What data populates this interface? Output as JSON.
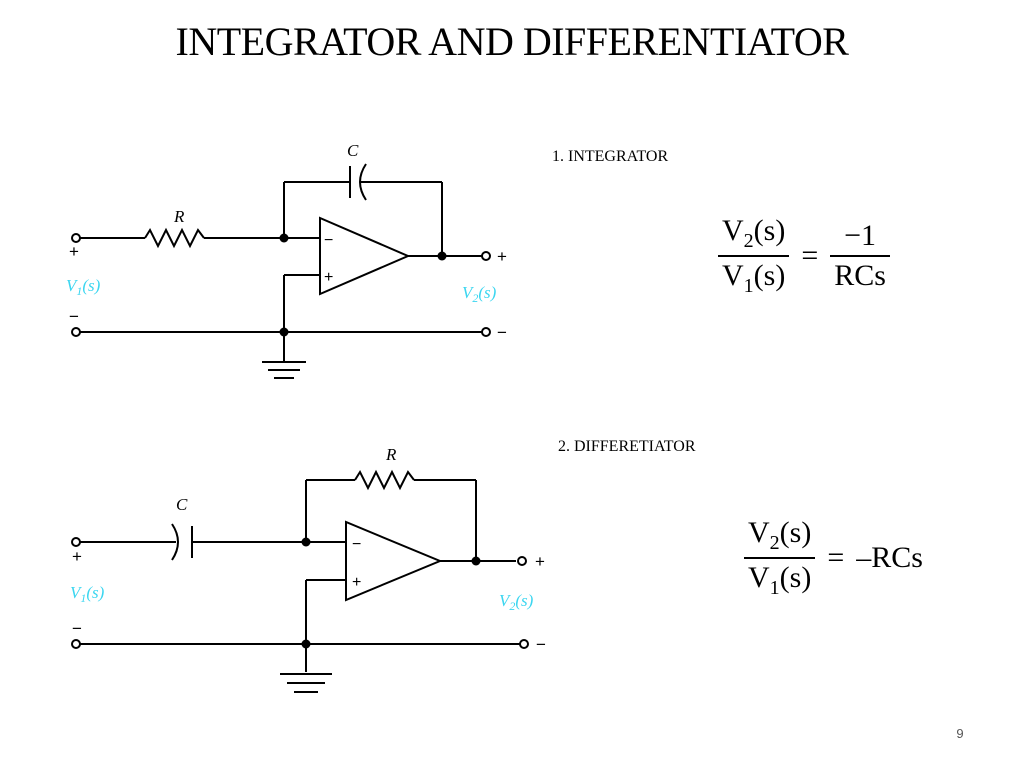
{
  "title": "INTEGRATOR AND DIFFERENTIATOR",
  "page_number": "9",
  "integrator": {
    "heading": "1. INTEGRATOR",
    "labels": {
      "r": "R",
      "c": "C",
      "v1_main": "V",
      "v1_sub": "1",
      "v1_arg": "(s)",
      "v2_main": "V",
      "v2_sub": "2",
      "v2_arg": "(s)",
      "minus": "−",
      "plus": "+",
      "in_plus": "+",
      "in_minus": "−",
      "out_plus": "+",
      "out_minus": "−"
    },
    "equation": {
      "num_main": "V",
      "num_sub": "2",
      "num_arg": "(s)",
      "den_main": "V",
      "den_sub": "1",
      "den_arg": "(s)",
      "equals": "=",
      "rhs_num": "−1",
      "rhs_den": "RCs"
    }
  },
  "differentiator": {
    "heading": "2. DIFFERETIATOR",
    "labels": {
      "r": "R",
      "c": "C",
      "v1_main": "V",
      "v1_sub": "1",
      "v1_arg": "(s)",
      "v2_main": "V",
      "v2_sub": "2",
      "v2_arg": "(s)",
      "minus": "−",
      "plus": "+",
      "in_plus": "+",
      "in_minus": "−",
      "out_plus": "+",
      "out_minus": "−"
    },
    "equation": {
      "num_main": "V",
      "num_sub": "2",
      "num_arg": "(s)",
      "den_main": "V",
      "den_sub": "1",
      "den_arg": "(s)",
      "equals": "=",
      "rhs": "–RCs"
    }
  }
}
